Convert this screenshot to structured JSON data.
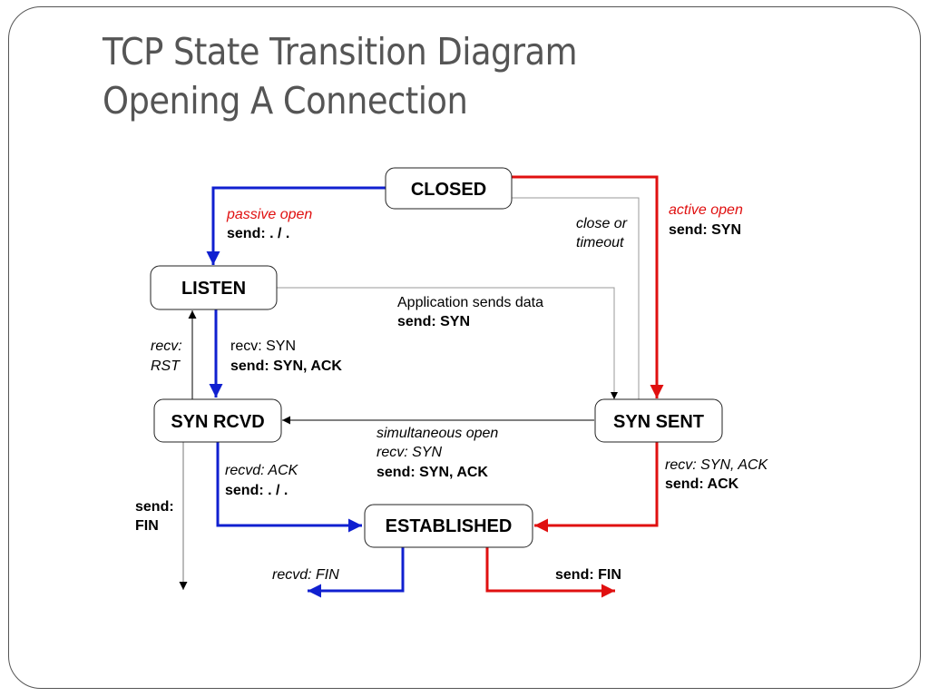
{
  "slide": {
    "title_line1": "TCP State Transition Diagram",
    "title_line2": "Opening A Connection"
  },
  "states": {
    "closed": "CLOSED",
    "listen": "LISTEN",
    "syn_rcvd": "SYN RCVD",
    "syn_sent": "SYN SENT",
    "established": "ESTABLISHED"
  },
  "labels": {
    "passive_open": "passive open",
    "passive_send": "send: . / .",
    "active_open": "active open",
    "active_send": "send: SYN",
    "close_or": "close or",
    "timeout": "timeout",
    "app_sends_data": "Application sends data",
    "app_send_syn": "send: SYN",
    "recv_rst_1": "recv:",
    "recv_rst_2": "RST",
    "recv_syn": "recv: SYN",
    "send_syn_ack": "send: SYN, ACK",
    "simultaneous_open": "simultaneous open",
    "sim_recv_syn": "recv: SYN",
    "sim_send_syn_ack": "send: SYN, ACK",
    "recvd_ack": "recvd: ACK",
    "recvd_ack_send": "send: . / .",
    "recv_syn_ack": "recv: SYN, ACK",
    "send_ack": "send: ACK",
    "send_fin_1": "send:",
    "send_fin_2": "FIN",
    "recvd_fin": "recvd: FIN",
    "send_fin": "send: FIN"
  },
  "colors": {
    "blue": "#1020d0",
    "red": "#e01010",
    "gray": "#999999",
    "black": "#000000"
  }
}
